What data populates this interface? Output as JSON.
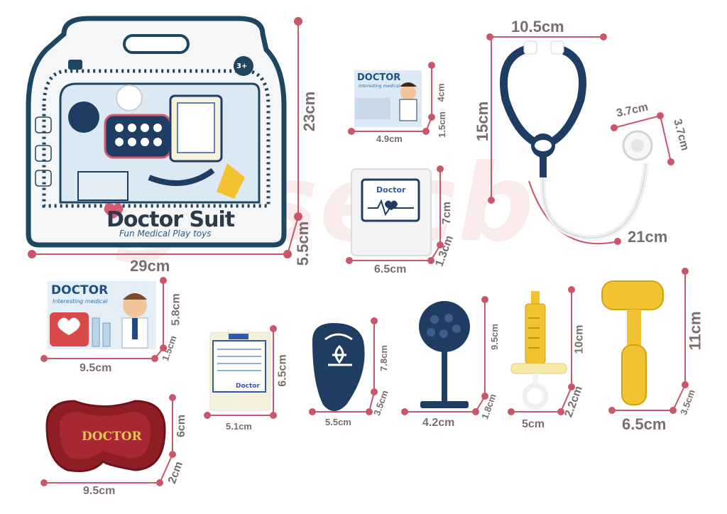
{
  "package": {
    "title": "Doctor Suit",
    "subtitle": "Fun Medical Play toys",
    "age_badge": "3+",
    "width_label": "29cm",
    "height_label": "23cm",
    "depth_label": "5.5cm"
  },
  "watermark": "gzsecb",
  "items": {
    "small_card": {
      "head": "DOCTOR",
      "sub": "Interesting medical",
      "width": "4.9cm",
      "height": "4cm",
      "depth": "1.5cm"
    },
    "monitor": {
      "label": "Doctor",
      "width": "6.5cm",
      "height": "7cm",
      "depth": "1.3cm"
    },
    "stethoscope": {
      "width": "10.5cm",
      "height": "15cm",
      "tube": "21cm",
      "chest_w": "3.7cm",
      "chest_h": "3.7cm"
    },
    "big_card": {
      "head": "DOCTOR",
      "sub": "Interesting medical",
      "width": "9.5cm",
      "height": "5.8cm",
      "depth": "1.5cm"
    },
    "badge": {
      "label": "Doctor",
      "width": "5.1cm",
      "height": "6.5cm"
    },
    "otoscope": {
      "width": "5.5cm",
      "height": "7.8cm",
      "depth": "3.5cm"
    },
    "mirror": {
      "width": "4.2cm",
      "height": "9.5cm",
      "depth": "1.8cm"
    },
    "syringe": {
      "width": "5cm",
      "height": "10cm",
      "depth": "2.2cm"
    },
    "hammer": {
      "width": "6.5cm",
      "height": "11cm",
      "depth": "3.5cm"
    },
    "tray": {
      "label": "DOCTOR",
      "width": "9.5cm",
      "height": "6cm",
      "depth": "2cm"
    }
  },
  "colors": {
    "navy": "#1f3d63",
    "dimension_line": "#c9566b",
    "yellow": "#f2c230",
    "tray": "#8f1d26",
    "package_border": "#1f4660"
  }
}
